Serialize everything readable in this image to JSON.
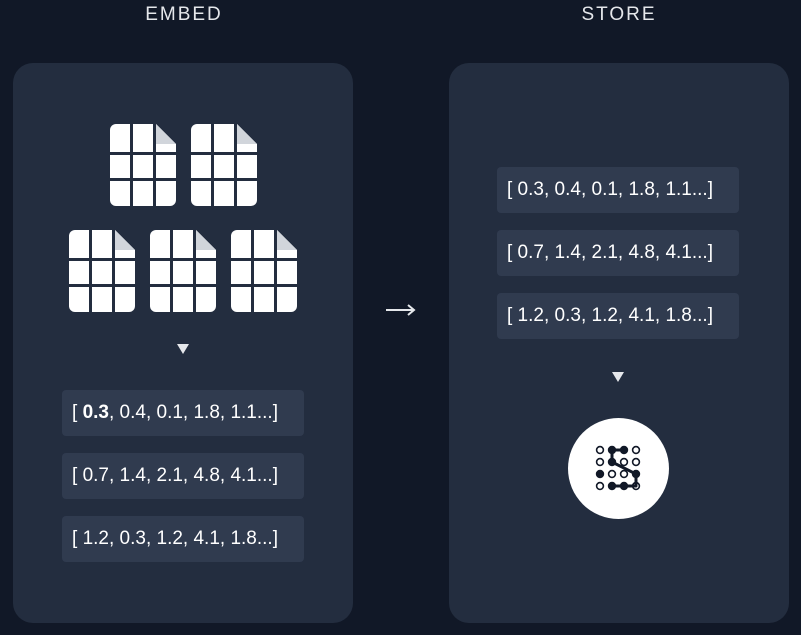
{
  "embed": {
    "title": "EMBED",
    "vectors": [
      {
        "prefix": "[ ",
        "highlight": "0.3",
        "rest": ", 0.4, 0.1, 1.8, 1.1...]"
      },
      {
        "prefix": "[ ",
        "highlight": "",
        "rest": "0.7, 1.4, 2.1, 4.8, 4.1...]"
      },
      {
        "prefix": "[ ",
        "highlight": "",
        "rest": "1.2, 0.3, 1.2, 4.1, 1.8...]"
      }
    ]
  },
  "store": {
    "title": "STORE",
    "vectors": [
      "[ 0.3, 0.4, 0.1, 1.8, 1.1...]",
      "[ 0.7, 1.4, 2.1, 4.8, 4.1...]",
      "[ 1.2, 0.3, 1.2, 4.1, 1.8...]"
    ],
    "logo_icon": "vector-database-logo-icon"
  },
  "icons": {
    "document": "spreadsheet-document-icon",
    "flow": "right-arrow-icon",
    "step": "triangle-down-icon"
  },
  "colors": {
    "background": "#111827",
    "panel": "#232d3f",
    "vector_box": "#303b4f",
    "text": "#ffffff"
  }
}
